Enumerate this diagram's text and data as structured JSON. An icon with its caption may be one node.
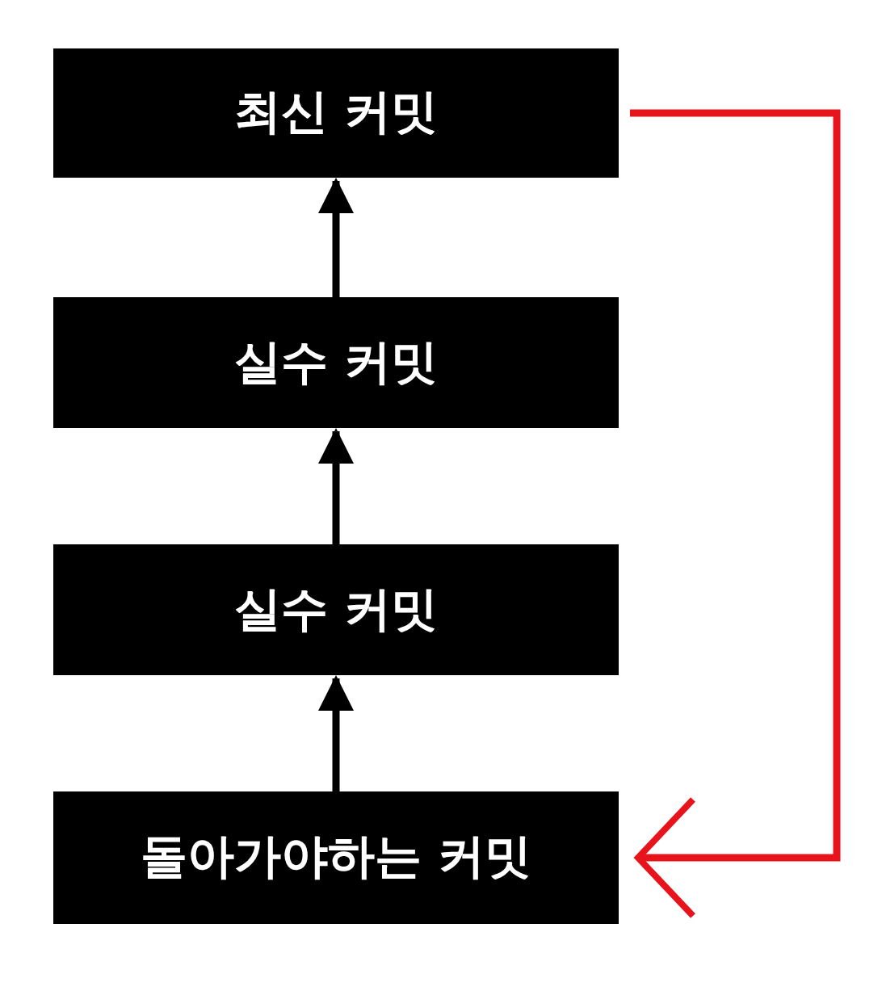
{
  "diagram": {
    "nodes": [
      {
        "text": [
          "최신 커밋"
        ]
      },
      {
        "text": [
          "실수 커밋"
        ]
      },
      {
        "text": [
          "실수 커밋"
        ]
      },
      {
        "text": [
          "돌아가야하는 커밋"
        ]
      }
    ],
    "edges": [
      {
        "from": 1,
        "to": 0,
        "arrow": "to"
      },
      {
        "from": 2,
        "to": 1,
        "arrow": "to"
      },
      {
        "from": 3,
        "to": 2,
        "arrow": "to"
      },
      {
        "from": 0,
        "to": 3,
        "arrow": "to",
        "color": "#e8141c"
      }
    ]
  }
}
